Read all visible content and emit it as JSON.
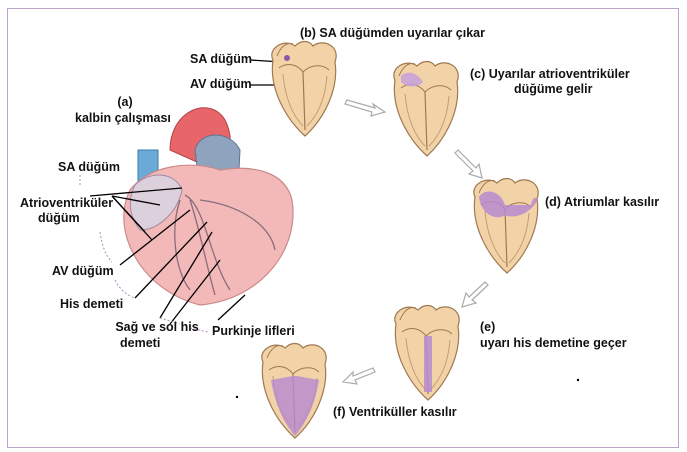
{
  "title_a": "(a)",
  "subtitle_a": "kalbin çalışması",
  "big_heart_labels": {
    "sa_node": "SA düğüm",
    "av_node_line1": "Atrioventriküler",
    "av_node_line2": "düğüm",
    "av_node": "AV düğüm",
    "his_bundle": "His demeti",
    "bundle_branches_line1": "Sağ ve sol his",
    "bundle_branches_line2": "demeti",
    "purkinje": "Purkinje lifleri"
  },
  "step_b": {
    "caption": "(b) SA düğümden uyarılar çıkar",
    "sa_node": "SA düğüm",
    "av_node": "AV düğüm"
  },
  "step_c": {
    "caption_line1": "(c) Uyarılar atrioventriküler",
    "caption_line2": "düğüme gelir"
  },
  "step_d": {
    "caption": "(d) Atriumlar kasılır"
  },
  "step_e": {
    "caption_line1": "(e)",
    "caption_line2": "uyarı his demetine geçer"
  },
  "step_f": {
    "caption": "(f) Ventriküller kasılır"
  },
  "colors": {
    "heart_wall": "#f2d3a8",
    "heart_outline": "#a07850",
    "excitation": "#b78ad0",
    "big_heart": "#f3b9b9",
    "arrow": "#b8b8b8",
    "frame": "#b9a6c9"
  }
}
